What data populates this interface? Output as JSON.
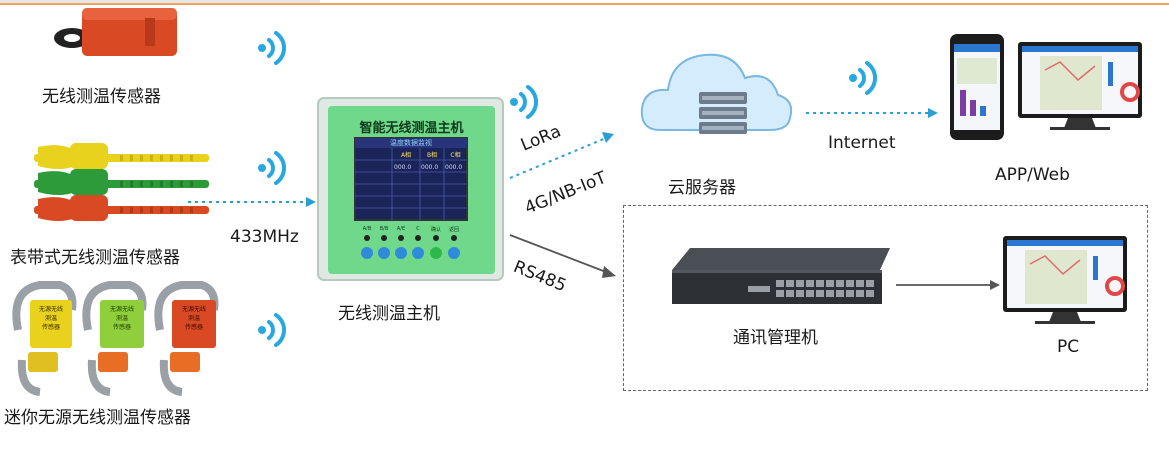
{
  "sensors": {
    "wireless_sensor_label": "无线测温传感器",
    "strap_sensor_label": "表带式无线测温传感器",
    "mini_sensor_label": "迷你无源无线测温传感器",
    "mini_tag_text": "无源无线\n测温\n传感器",
    "colors": {
      "red": "#d94a24",
      "yellow": "#e8d21e",
      "green": "#2e9b3a",
      "orange": "#e86e25",
      "lime": "#8fcf3b"
    }
  },
  "host": {
    "device_title": "智能无线测温主机",
    "caption": "无线测温主机",
    "screen_header": "温度数据监视",
    "screen_columns": [
      "A相",
      "B相",
      "C相"
    ],
    "screen_values": [
      "000.0",
      "000.0",
      "000.0"
    ],
    "button_labels": [
      "A/B",
      "B/B",
      "A/E",
      "C",
      "确认",
      "返回"
    ],
    "body_color": "#6fd88a"
  },
  "links": {
    "freq_label": "433MHz",
    "lora_label": "LoRa",
    "cellular_label": "4G/NB-IoT",
    "rs485_label": "RS485",
    "internet_label": "Internet"
  },
  "cloud": {
    "caption": "云服务器"
  },
  "clients": {
    "app_web_caption": "APP/Web",
    "pc_caption": "PC"
  },
  "switch": {
    "caption": "通讯管理机"
  },
  "colors": {
    "wifi": "#29a8e0",
    "dotted_arrow": "#2a9fd6",
    "solid_arrow": "#555555",
    "top_rule": "#f0a15a"
  }
}
